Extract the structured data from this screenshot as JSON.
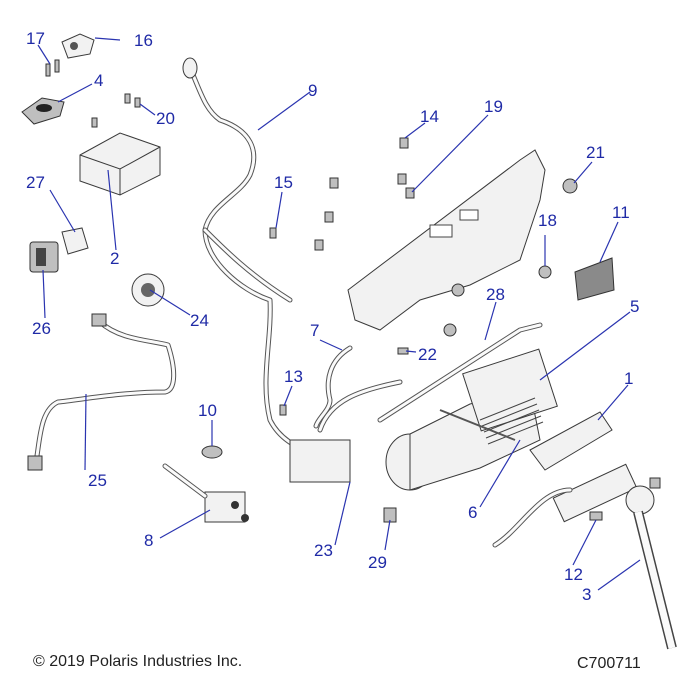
{
  "callouts": [
    {
      "id": "1",
      "label": "1"
    },
    {
      "id": "2",
      "label": "2"
    },
    {
      "id": "3",
      "label": "3"
    },
    {
      "id": "4",
      "label": "4"
    },
    {
      "id": "5",
      "label": "5"
    },
    {
      "id": "6",
      "label": "6"
    },
    {
      "id": "7",
      "label": "7"
    },
    {
      "id": "8",
      "label": "8"
    },
    {
      "id": "9",
      "label": "9"
    },
    {
      "id": "10",
      "label": "10"
    },
    {
      "id": "11",
      "label": "11"
    },
    {
      "id": "12",
      "label": "12"
    },
    {
      "id": "13",
      "label": "13"
    },
    {
      "id": "14",
      "label": "14"
    },
    {
      "id": "15",
      "label": "15"
    },
    {
      "id": "16",
      "label": "16"
    },
    {
      "id": "17",
      "label": "17"
    },
    {
      "id": "18",
      "label": "18"
    },
    {
      "id": "19",
      "label": "19"
    },
    {
      "id": "20",
      "label": "20"
    },
    {
      "id": "21",
      "label": "21"
    },
    {
      "id": "22",
      "label": "22"
    },
    {
      "id": "23",
      "label": "23"
    },
    {
      "id": "24",
      "label": "24"
    },
    {
      "id": "25",
      "label": "25"
    },
    {
      "id": "26",
      "label": "26"
    },
    {
      "id": "27",
      "label": "27"
    },
    {
      "id": "28",
      "label": "28"
    },
    {
      "id": "29",
      "label": "29"
    }
  ],
  "footer": {
    "copyright": "© 2019 Polaris Industries Inc.",
    "drawing_code": "C700711"
  },
  "colors": {
    "callout": "#1f2aa6",
    "line_art": "#3a3a3a"
  }
}
